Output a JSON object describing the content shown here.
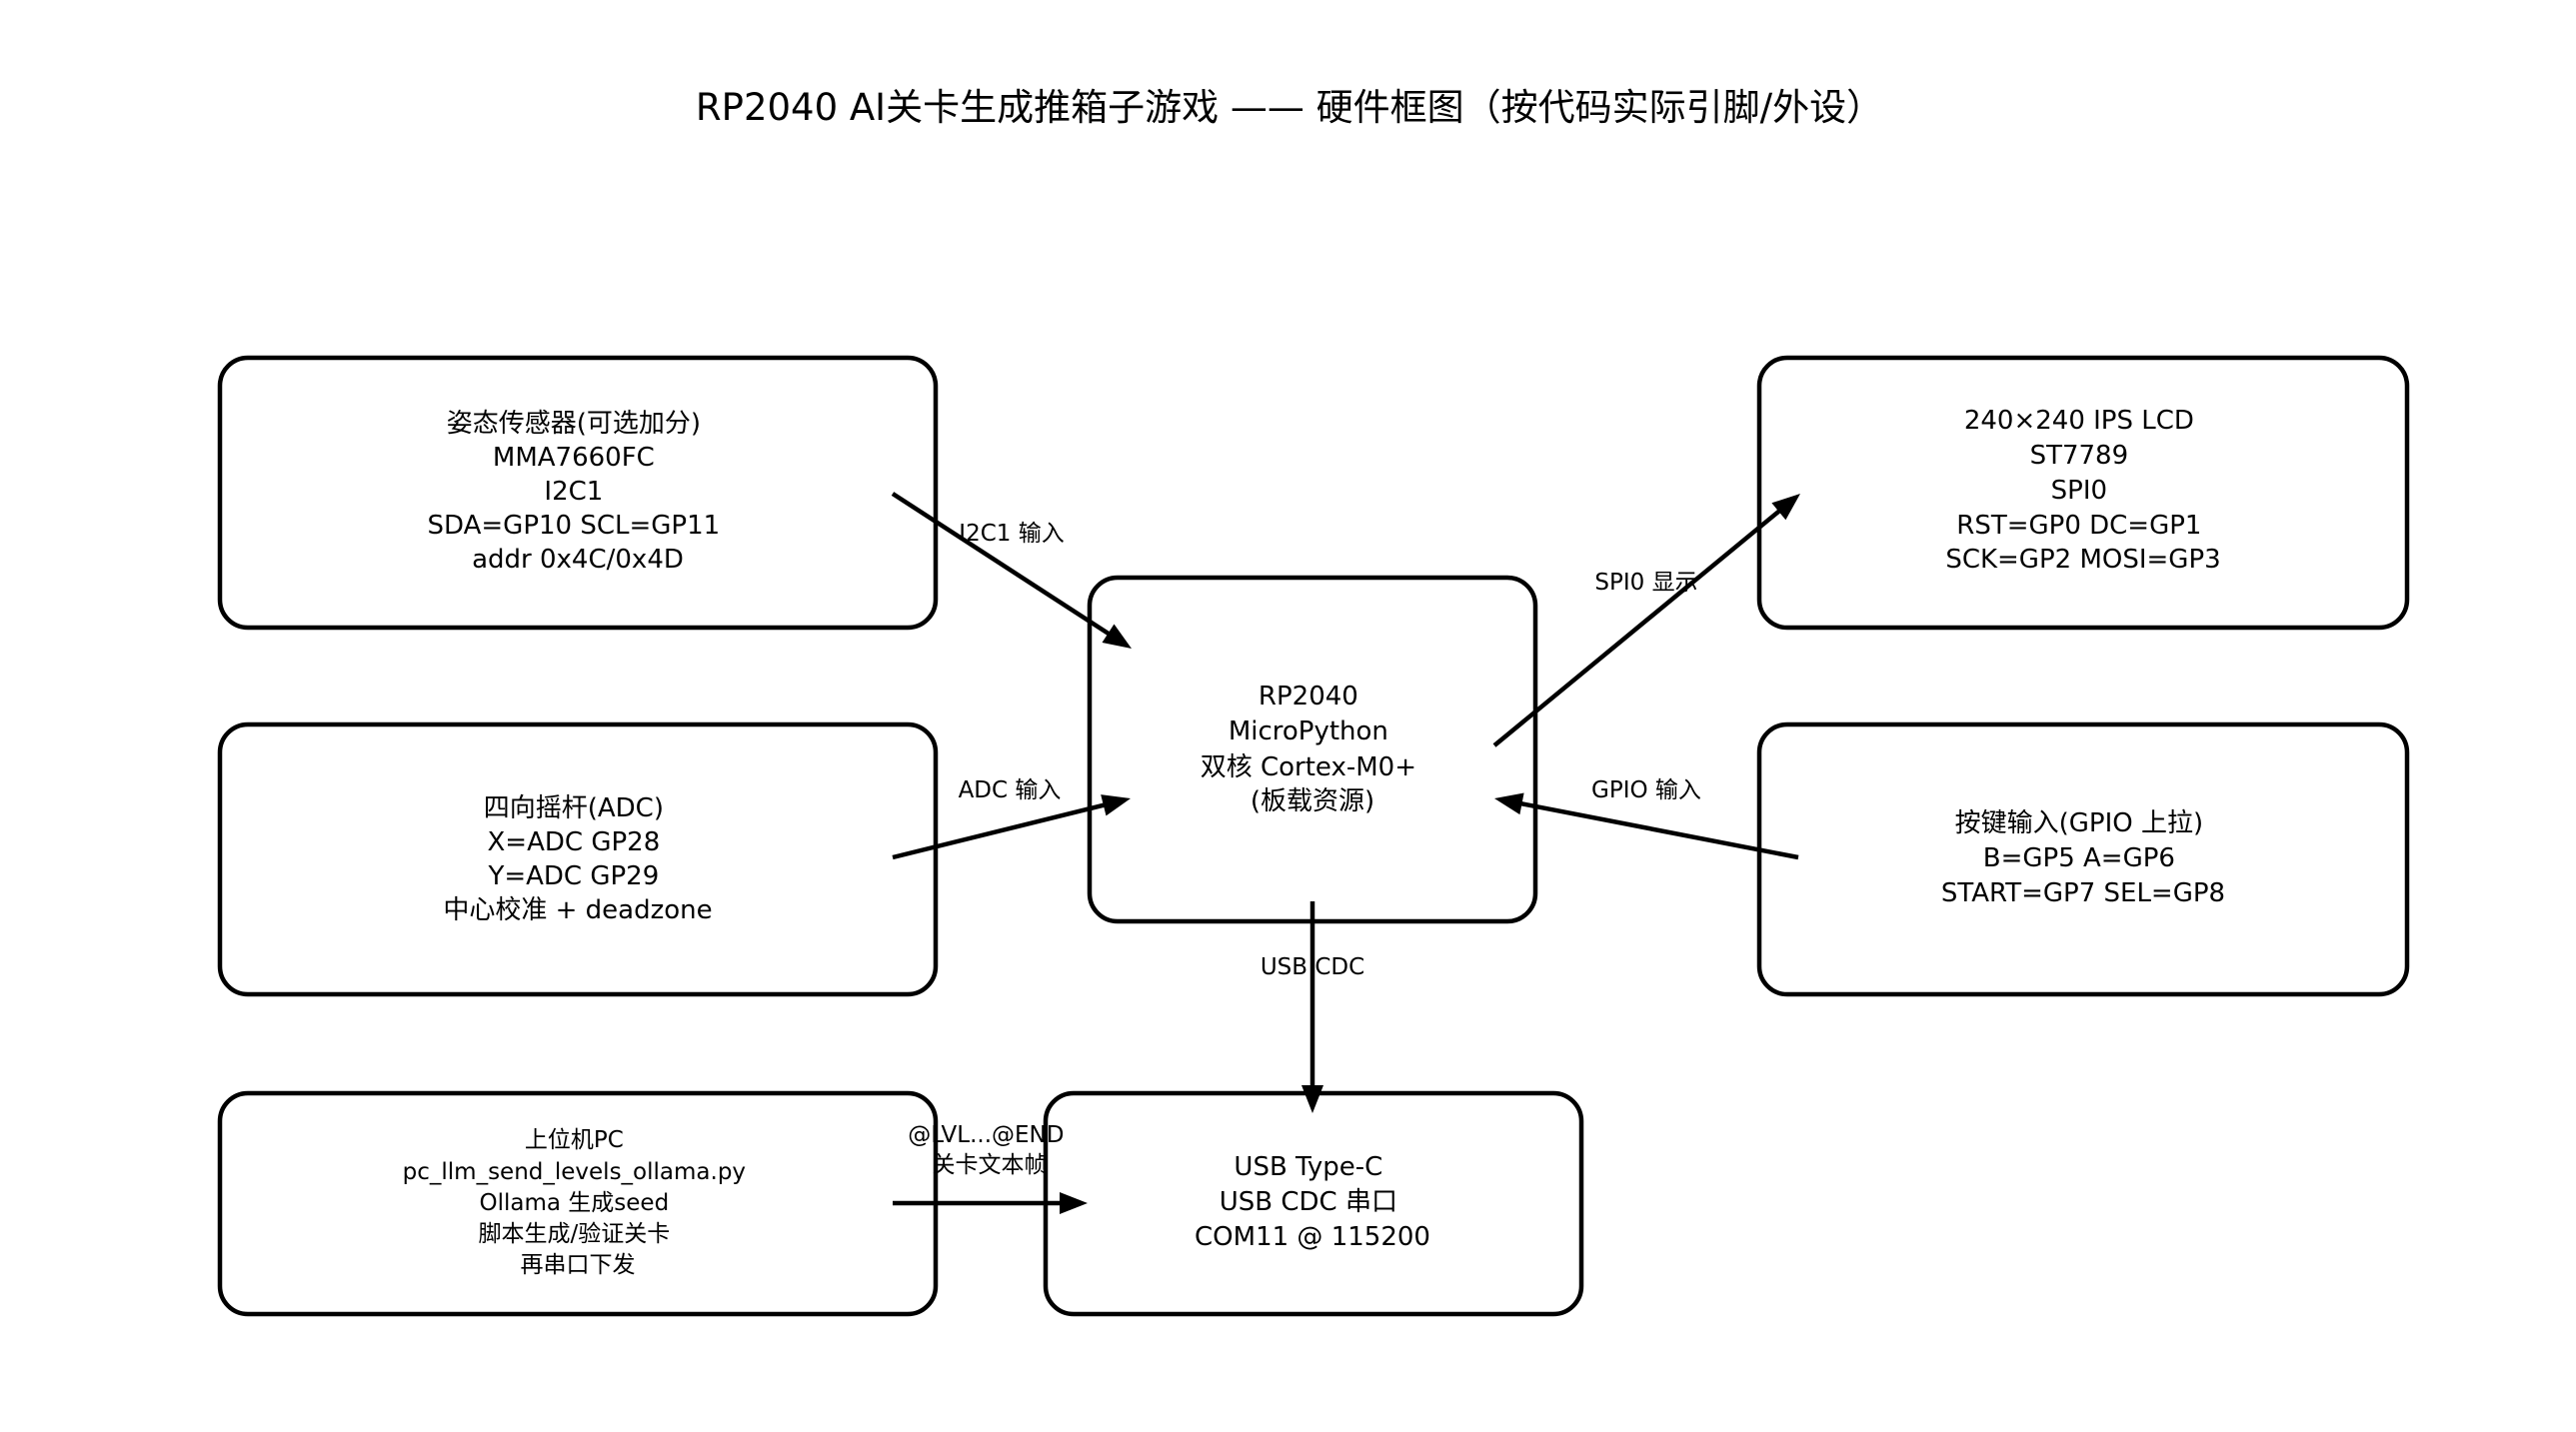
{
  "title": "RP2040 AI关卡生成推箱子游戏 —— 硬件框图（按代码实际引脚/外设）",
  "colors": {
    "stroke": "#000000",
    "background": "#ffffff",
    "text": "#000000"
  },
  "nodes": {
    "sensor": {
      "lines": [
        "姿态传感器(可选加分)",
        "MMA7660FC",
        "I2C1",
        "SDA=GP10  SCL=GP11",
        "addr 0x4C/0x4D"
      ]
    },
    "joystick": {
      "lines": [
        "四向摇杆(ADC)",
        "X=ADC GP28",
        "Y=ADC GP29",
        "中心校准 + deadzone"
      ]
    },
    "pc": {
      "lines": [
        "上位机PC",
        "pc_llm_send_levels_ollama.py",
        "Ollama 生成seed",
        "脚本生成/验证关卡",
        "再串口下发"
      ]
    },
    "mcu": {
      "lines": [
        "RP2040",
        "MicroPython",
        "双核 Cortex-M0+",
        "(板载资源)"
      ]
    },
    "usb": {
      "lines": [
        "USB Type-C",
        "USB CDC 串口",
        "COM11 @ 115200"
      ]
    },
    "lcd": {
      "lines": [
        "240×240 IPS LCD",
        "ST7789",
        "SPI0",
        "RST=GP0  DC=GP1",
        "SCK=GP2  MOSI=GP3"
      ]
    },
    "buttons": {
      "lines": [
        "按键输入(GPIO 上拉)",
        "B=GP5  A=GP6",
        "START=GP7  SEL=GP8"
      ]
    }
  },
  "edges": {
    "i2c": {
      "from": "sensor",
      "to": "mcu",
      "label": [
        "I2C1 输入"
      ]
    },
    "adc": {
      "from": "joystick",
      "to": "mcu",
      "label": [
        "ADC 输入"
      ]
    },
    "spi": {
      "from": "mcu",
      "to": "lcd",
      "label": [
        "SPI0 显示"
      ]
    },
    "gpio": {
      "from": "buttons",
      "to": "mcu",
      "label": [
        "GPIO 输入"
      ]
    },
    "usbcdc": {
      "from": "mcu",
      "to": "usb",
      "label": [
        "USB CDC"
      ]
    },
    "serial": {
      "from": "pc",
      "to": "usb",
      "label": [
        "@LVL...@END",
        "关卡文本帧"
      ]
    }
  }
}
